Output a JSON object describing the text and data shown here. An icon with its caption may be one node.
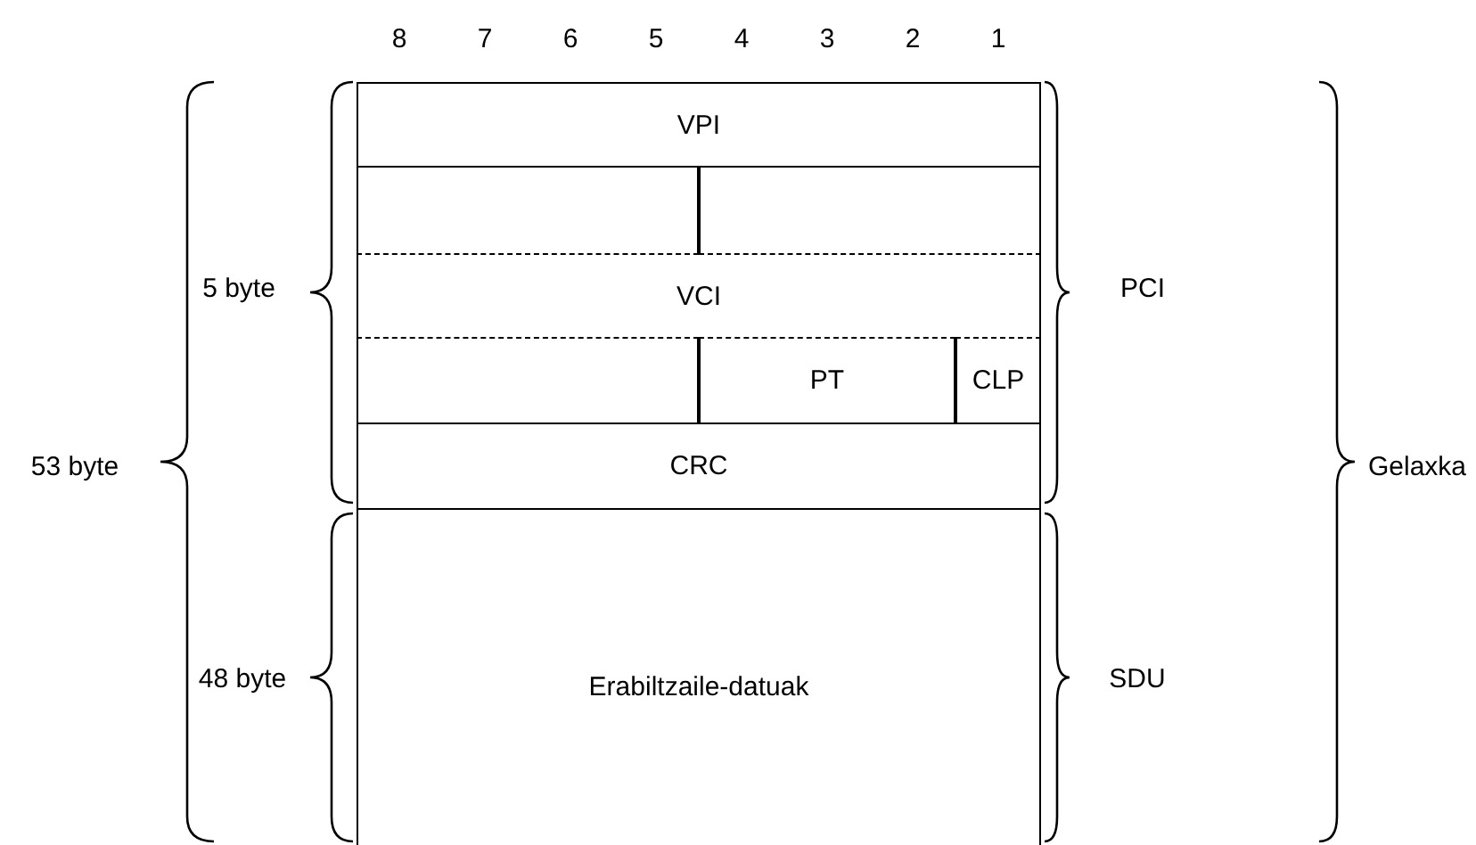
{
  "diagram": {
    "nodes": [
      {
        "text": [
          "VPI"
        ]
      },
      {
        "text": [],
        "shape": "box"
      },
      {
        "text": [],
        "shape": "box"
      },
      {
        "text": [
          "VCI"
        ]
      },
      {
        "text": [],
        "shape": "box"
      },
      {
        "text": [
          "PT"
        ]
      },
      {
        "text": [
          "CLP"
        ]
      },
      {
        "text": [
          "CRC"
        ]
      },
      {
        "text": [
          "Erabiltzaile-datuak"
        ]
      }
    ],
    "labels": [
      "8",
      "7",
      "6",
      "5",
      "4",
      "3",
      "2",
      "1",
      "5 byte",
      "PCI",
      "53 byte",
      "Gelaxka",
      "48 byte",
      "SDU"
    ]
  }
}
